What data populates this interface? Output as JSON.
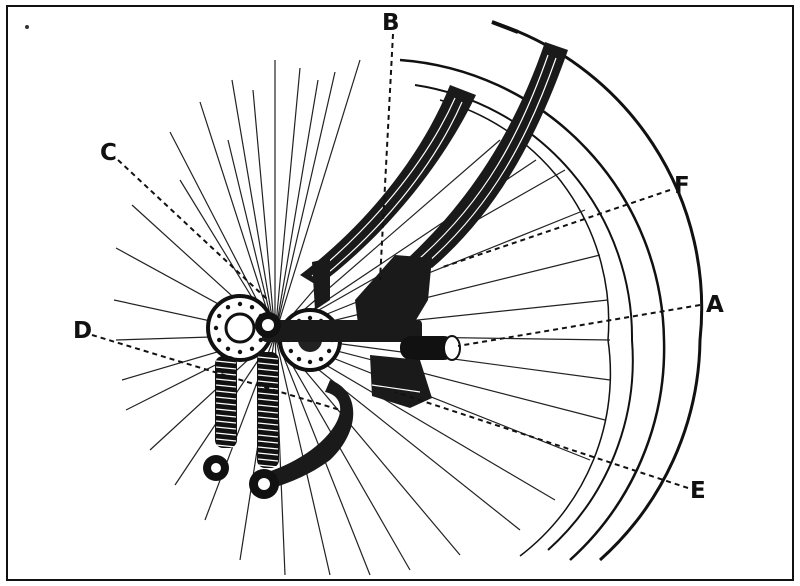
{
  "figure": {
    "labels": {
      "A": "A",
      "B": "B",
      "C": "C",
      "D": "D",
      "E": "E",
      "F": "F"
    }
  }
}
